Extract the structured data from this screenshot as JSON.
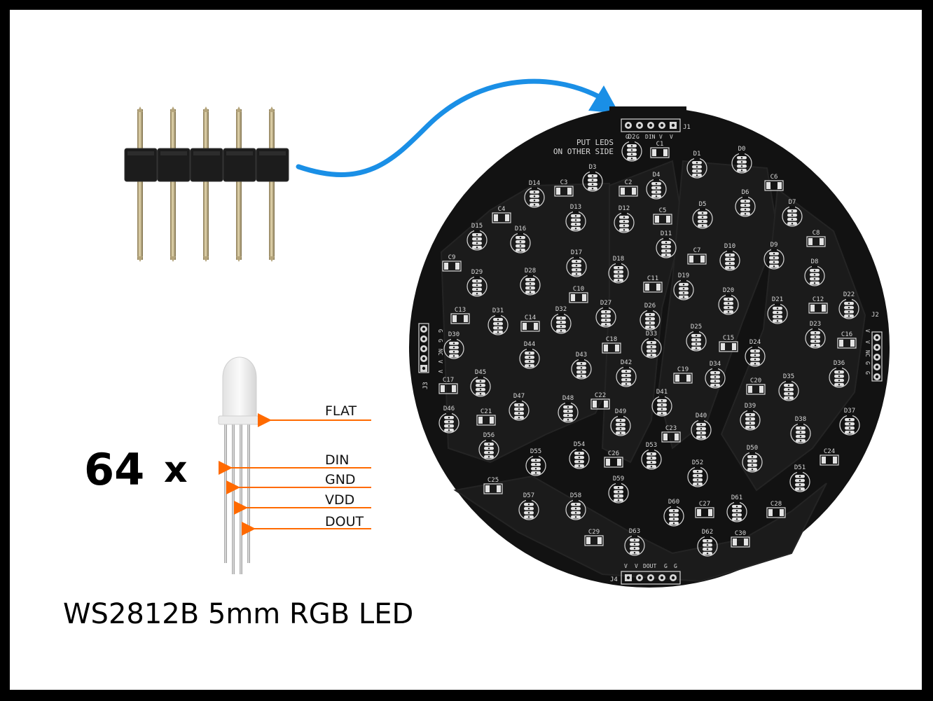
{
  "header_pins": {
    "count": 5
  },
  "led_count": {
    "number": "64",
    "multiplier": "x"
  },
  "led_callouts": {
    "flat": "FLAT",
    "din": "DIN",
    "gnd": "GND",
    "vdd": "VDD",
    "dout": "DOUT"
  },
  "led_name": "WS2812B 5mm RGB LED",
  "pcb": {
    "note_line1": "PUT LEDS",
    "note_line2": "ON OTHER SIDE",
    "j1": {
      "ref": "J1",
      "pins": [
        "G",
        "G",
        "DIN",
        "V",
        "V"
      ]
    },
    "j2": {
      "ref": "J2",
      "pins": [
        "V",
        "V",
        "NC",
        "G",
        "G"
      ]
    },
    "j3": {
      "ref": "J3",
      "pins": [
        "G",
        "G",
        "NC",
        "V",
        "V"
      ]
    },
    "j4": {
      "ref": "J4",
      "pins": [
        "V",
        "V",
        "DOUT",
        "G",
        "G"
      ]
    },
    "leds": [
      {
        "ref": "D0",
        "pos": "r"
      },
      {
        "ref": "D1",
        "pos": "r"
      },
      {
        "ref": "D2",
        "pos": "r"
      },
      {
        "ref": "D3",
        "pos": "r"
      },
      {
        "ref": "D4",
        "pos": "r"
      },
      {
        "ref": "D5",
        "pos": "r"
      },
      {
        "ref": "D6",
        "pos": "r"
      },
      {
        "ref": "D7",
        "pos": "r"
      },
      {
        "ref": "D8",
        "pos": "r"
      },
      {
        "ref": "D9",
        "pos": "r"
      },
      {
        "ref": "D10",
        "pos": "r"
      },
      {
        "ref": "D11",
        "pos": "r"
      },
      {
        "ref": "D12",
        "pos": "r"
      },
      {
        "ref": "D13",
        "pos": "r"
      },
      {
        "ref": "D14",
        "pos": "r"
      },
      {
        "ref": "D15",
        "pos": "r"
      },
      {
        "ref": "D16",
        "pos": "r"
      },
      {
        "ref": "D17",
        "pos": "r"
      },
      {
        "ref": "D18",
        "pos": "r"
      },
      {
        "ref": "D19",
        "pos": "r"
      },
      {
        "ref": "D20",
        "pos": "r"
      },
      {
        "ref": "D21",
        "pos": "r"
      },
      {
        "ref": "D22",
        "pos": "r"
      },
      {
        "ref": "D23",
        "pos": "r"
      },
      {
        "ref": "D24",
        "pos": "r"
      },
      {
        "ref": "D25",
        "pos": "r"
      },
      {
        "ref": "D26",
        "pos": "r"
      },
      {
        "ref": "D27",
        "pos": "r"
      },
      {
        "ref": "D28",
        "pos": "r"
      },
      {
        "ref": "D29",
        "pos": "r"
      },
      {
        "ref": "D30",
        "pos": "r"
      },
      {
        "ref": "D31",
        "pos": "r"
      },
      {
        "ref": "D32",
        "pos": "r"
      },
      {
        "ref": "D33",
        "pos": "r"
      },
      {
        "ref": "D34",
        "pos": "r"
      },
      {
        "ref": "D35",
        "pos": "r"
      },
      {
        "ref": "D36",
        "pos": "r"
      },
      {
        "ref": "D37",
        "pos": "r"
      },
      {
        "ref": "D38",
        "pos": "r"
      },
      {
        "ref": "D39",
        "pos": "r"
      },
      {
        "ref": "D40",
        "pos": "r"
      },
      {
        "ref": "D41",
        "pos": "r"
      },
      {
        "ref": "D42",
        "pos": "r"
      },
      {
        "ref": "D43",
        "pos": "r"
      },
      {
        "ref": "D44",
        "pos": "r"
      },
      {
        "ref": "D45",
        "pos": "r"
      },
      {
        "ref": "D46",
        "pos": "r"
      },
      {
        "ref": "D47",
        "pos": "r"
      },
      {
        "ref": "D48",
        "pos": "r"
      },
      {
        "ref": "D49",
        "pos": "r"
      },
      {
        "ref": "D50",
        "pos": "r"
      },
      {
        "ref": "D51",
        "pos": "r"
      },
      {
        "ref": "D52",
        "pos": "r"
      },
      {
        "ref": "D53",
        "pos": "r"
      },
      {
        "ref": "D54",
        "pos": "r"
      },
      {
        "ref": "D55",
        "pos": "r"
      },
      {
        "ref": "D56",
        "pos": "r"
      },
      {
        "ref": "D57",
        "pos": "r"
      },
      {
        "ref": "D58",
        "pos": "r"
      },
      {
        "ref": "D59",
        "pos": "r"
      },
      {
        "ref": "D60",
        "pos": "r"
      },
      {
        "ref": "D61",
        "pos": "r"
      },
      {
        "ref": "D62",
        "pos": "r"
      },
      {
        "ref": "D63",
        "pos": "r"
      }
    ],
    "caps": [
      "C1",
      "C2",
      "C3",
      "C4",
      "C5",
      "C6",
      "C7",
      "C8",
      "C9",
      "C10",
      "C11",
      "C12",
      "C13",
      "C14",
      "C15",
      "C16",
      "C17",
      "C18",
      "C19",
      "C20",
      "C21",
      "C22",
      "C23",
      "C24",
      "C25",
      "C26",
      "C27",
      "C28",
      "C29",
      "C30"
    ]
  },
  "colors": {
    "background_frame": "#000000",
    "background": "#ffffff",
    "arrow": "#1a8fe6",
    "callout": "#ff6a00",
    "board": "#121212",
    "board_trace": "#1d1d1d",
    "silkscreen": "#d8d8d8",
    "header_plastic": "#1c1c1c",
    "header_pin": "#c8b88a"
  }
}
